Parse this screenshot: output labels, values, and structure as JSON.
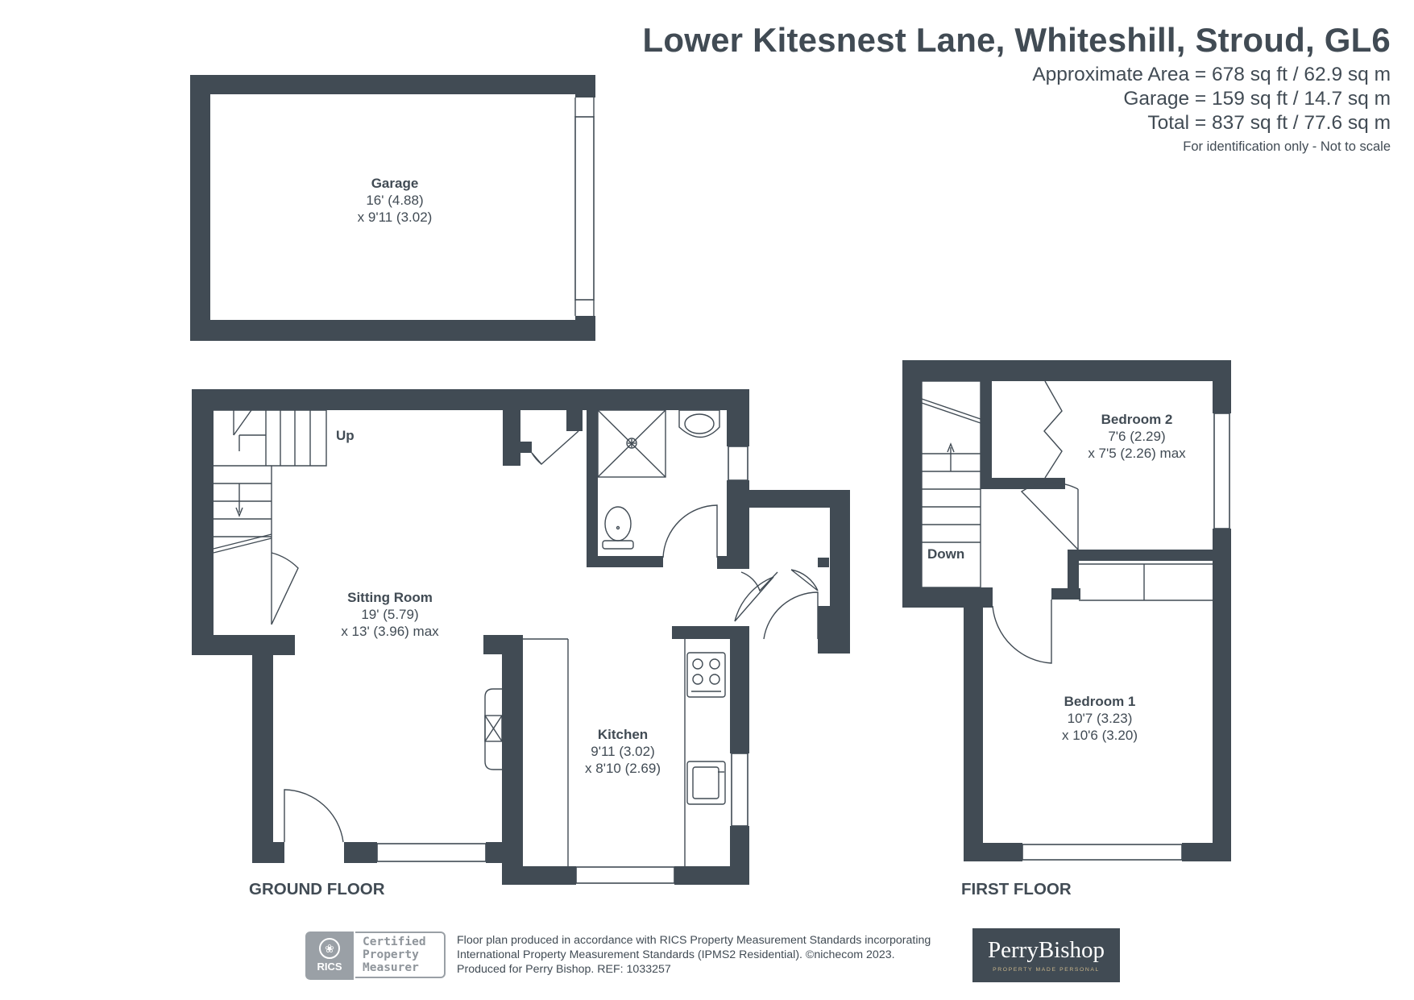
{
  "header": {
    "title": "Lower Kitesnest Lane, Whiteshill, Stroud, GL6",
    "area_lines": [
      "Approximate Area = 678 sq ft / 62.9 sq m",
      "Garage = 159 sq ft / 14.7 sq m",
      "Total = 837 sq ft / 77.6 sq m"
    ],
    "disclaimer": "For identification only - Not to scale"
  },
  "rooms": {
    "garage": {
      "name": "Garage",
      "dim1": "16' (4.88)",
      "dim2": "x 9'11 (3.02)"
    },
    "sitting_room": {
      "name": "Sitting Room",
      "dim1": "19' (5.79)",
      "dim2": "x 13' (3.96) max"
    },
    "kitchen": {
      "name": "Kitchen",
      "dim1": "9'11 (3.02)",
      "dim2": "x 8'10 (2.69)"
    },
    "bedroom2": {
      "name": "Bedroom 2",
      "dim1": "7'6 (2.29)",
      "dim2": "x 7'5 (2.26) max"
    },
    "bedroom1": {
      "name": "Bedroom 1",
      "dim1": "10'7 (3.23)",
      "dim2": "x 10'6 (3.20)"
    }
  },
  "stairs": {
    "up_label": "Up",
    "down_label": "Down"
  },
  "floors": {
    "ground": "GROUND FLOOR",
    "first": "FIRST FLOOR"
  },
  "footer": {
    "lines": [
      "Floor plan produced in accordance with RICS Property Measurement Standards incorporating",
      "International Property Measurement Standards (IPMS2 Residential).   ©nichecom 2023.",
      "Produced for Perry Bishop.   REF: 1033257"
    ],
    "rics": {
      "logo_text": "RICS",
      "cert_lines": [
        "Certified",
        "Property",
        "Measurer"
      ]
    },
    "brand": {
      "name": "PerryBishop",
      "tagline": "PROPERTY MADE PERSONAL"
    }
  },
  "colors": {
    "wall": "#414b54",
    "fixture_line": "#414b54",
    "brand_tagline": "#c9b58a",
    "rics_grey": "#9aa0a6"
  }
}
